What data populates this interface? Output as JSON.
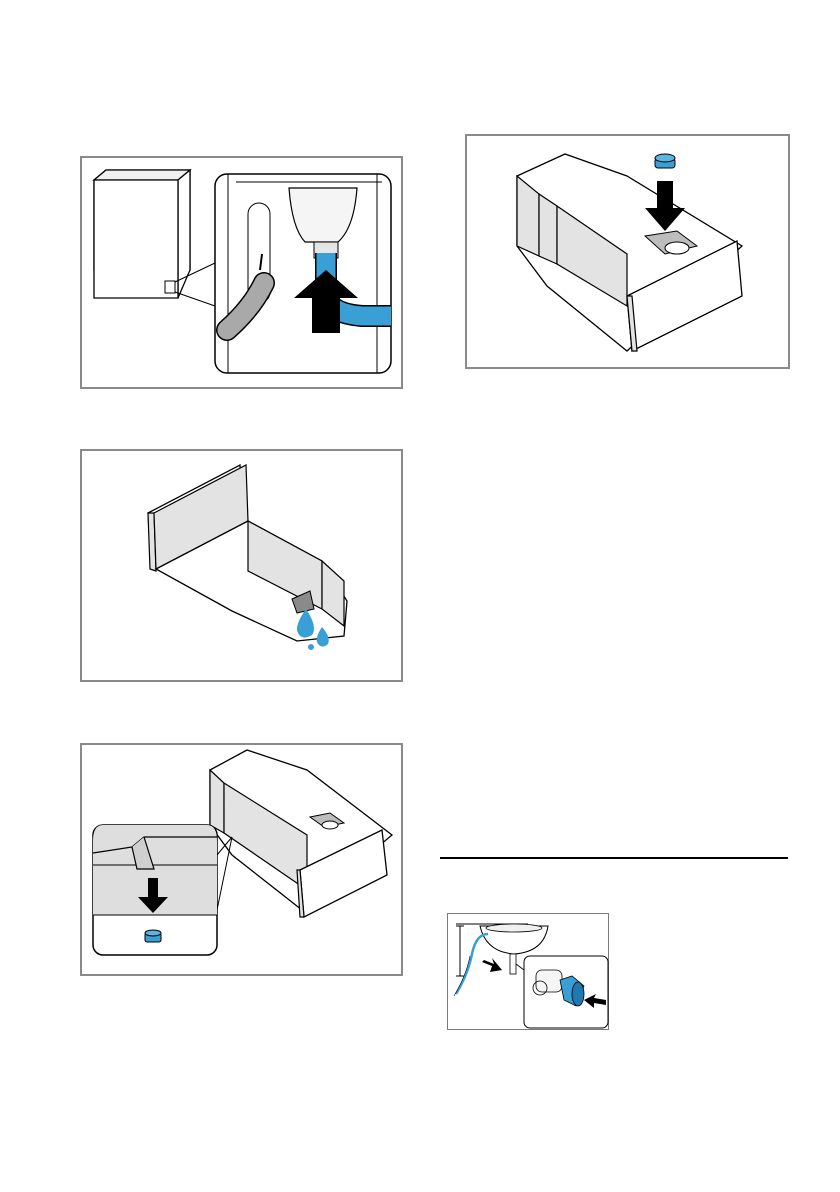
{
  "colors": {
    "frame": "#8a8a8a",
    "water_blue": "#3a9fd5",
    "hose_grey": "#a9a9a9",
    "panel_grey": "#e3e3e3",
    "arrow": "#000000"
  },
  "figures": [
    {
      "name": "drain-hose-connection",
      "icon": "arrow-up-icon"
    },
    {
      "name": "filter-insert-plug",
      "icon": "arrow-down-icon"
    },
    {
      "name": "drain-water-drops",
      "icon": "water-drop-icon"
    },
    {
      "name": "remove-plug-detail",
      "icon": "arrow-down-icon"
    },
    {
      "name": "sink-hose-connection",
      "icon": "arrow-right-icon"
    }
  ]
}
